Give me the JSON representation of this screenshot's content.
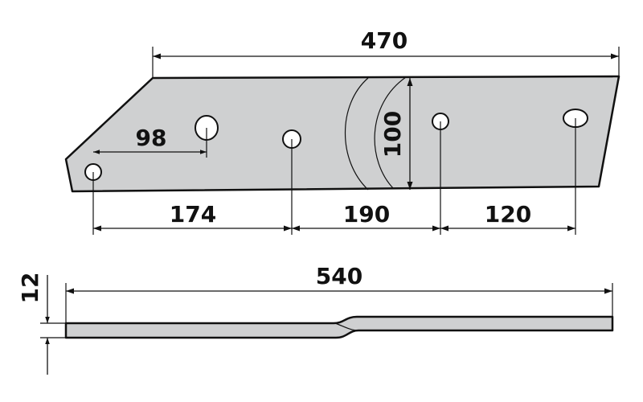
{
  "plan_view": {
    "dimensions": {
      "overall_length": "470",
      "hole_spacing_small": "98",
      "width": "100",
      "segment_1": "174",
      "segment_2": "190",
      "segment_3": "120"
    }
  },
  "side_view": {
    "dimensions": {
      "overall_length": "540",
      "thickness": "12"
    }
  },
  "colors": {
    "part_fill": "#cfd0d1",
    "outline": "#111111"
  }
}
